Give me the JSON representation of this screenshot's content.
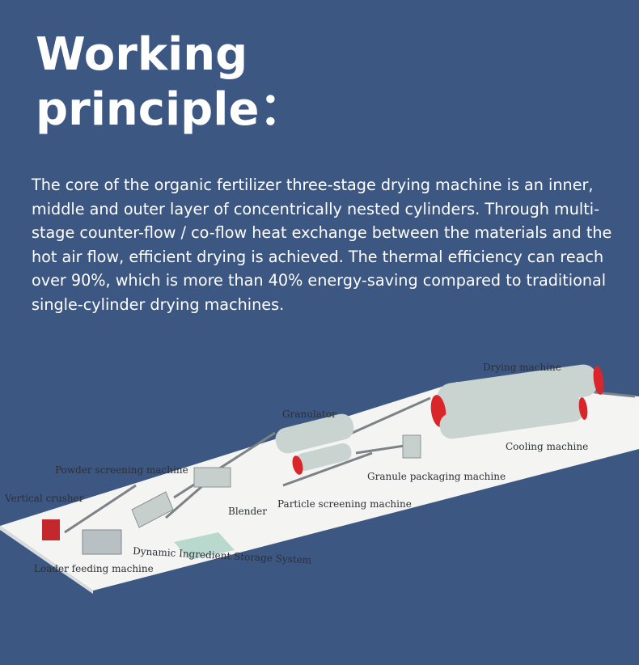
{
  "heading": {
    "line1": "Working",
    "line2": "principle："
  },
  "description": "The core of the organic fertilizer three-stage drying machine is an inner, middle and outer layer of concentrically nested cylinders. Through multi-stage counter-flow / co-flow heat exchange between the materials and the hot air flow, efficient drying is achieved. The thermal efficiency can reach over 90%, which is more than 40% energy-saving compared to traditional single-cylinder drying machines.",
  "diagram": {
    "labels": {
      "drying": "Drying machine",
      "cooling": "Cooling machine",
      "granulator": "Granulator",
      "packaging": "Granule packaging machine",
      "particle": "Particle screening machine",
      "blender": "Blender",
      "powder": "Powder screening machine",
      "crusher": "Vertical crusher",
      "storage": "Dynamic Ingredient Storage System",
      "loader": "Loader feeding machine"
    },
    "colors": {
      "background": "#3d5783",
      "cylinder": "#c9d3cf",
      "accent_red": "#d8262b",
      "platform": "#f4f5f3"
    }
  }
}
